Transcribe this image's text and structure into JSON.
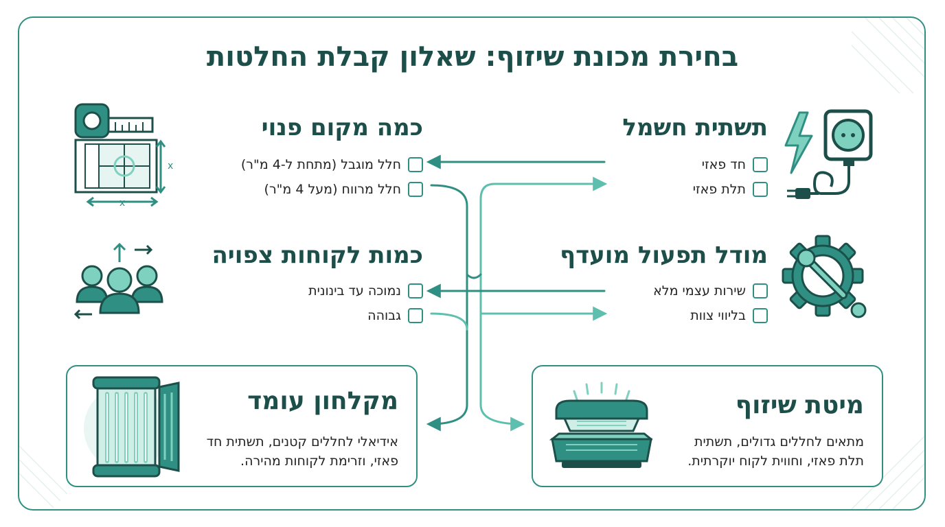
{
  "title": "בחירת מכונת שיזוף: שאלון קבלת החלטות",
  "questions": {
    "space": {
      "heading": "כמה מקום פנוי",
      "options": [
        "חלל מוגבל (מתחת ל-4 מ\"ר)",
        "חלל מרווח (מעל 4 מ\"ר)"
      ]
    },
    "electric": {
      "heading": "תשתית חשמל",
      "options": [
        "חד פאזי",
        "תלת פאזי"
      ]
    },
    "customers": {
      "heading": "כמות לקוחות צפויה",
      "options": [
        "נמוכה עד בינונית",
        "גבוהה"
      ]
    },
    "operation": {
      "heading": "מודל תפעול מועדף",
      "options": [
        "שירות עצמי מלא",
        "בליווי צוות"
      ]
    }
  },
  "results": {
    "standing": {
      "heading": "מקלחון עומד",
      "text_line1": "אידיאלי לחללים קטנים, תשתית חד",
      "text_line2": "פאזי, וזרימת לקוחות מהירה."
    },
    "bed": {
      "heading": "מיטת שיזוף",
      "text_line1": "מתאים לחללים גדולים, תשתית",
      "text_line2": "תלת פאזי, וחווית לקוח יוקרתית."
    }
  },
  "icons": {
    "space": "tape-measure-floorplan-icon",
    "electric": "power-outlet-lightning-icon",
    "customers": "people-group-icon",
    "operation": "gear-wrench-icon",
    "standing": "standing-tanning-booth-icon",
    "bed": "tanning-bed-icon",
    "measure_label": "x"
  },
  "colors": {
    "primary": "#2f8f83",
    "dark": "#1d4f4a",
    "light": "#7fd1bf"
  }
}
